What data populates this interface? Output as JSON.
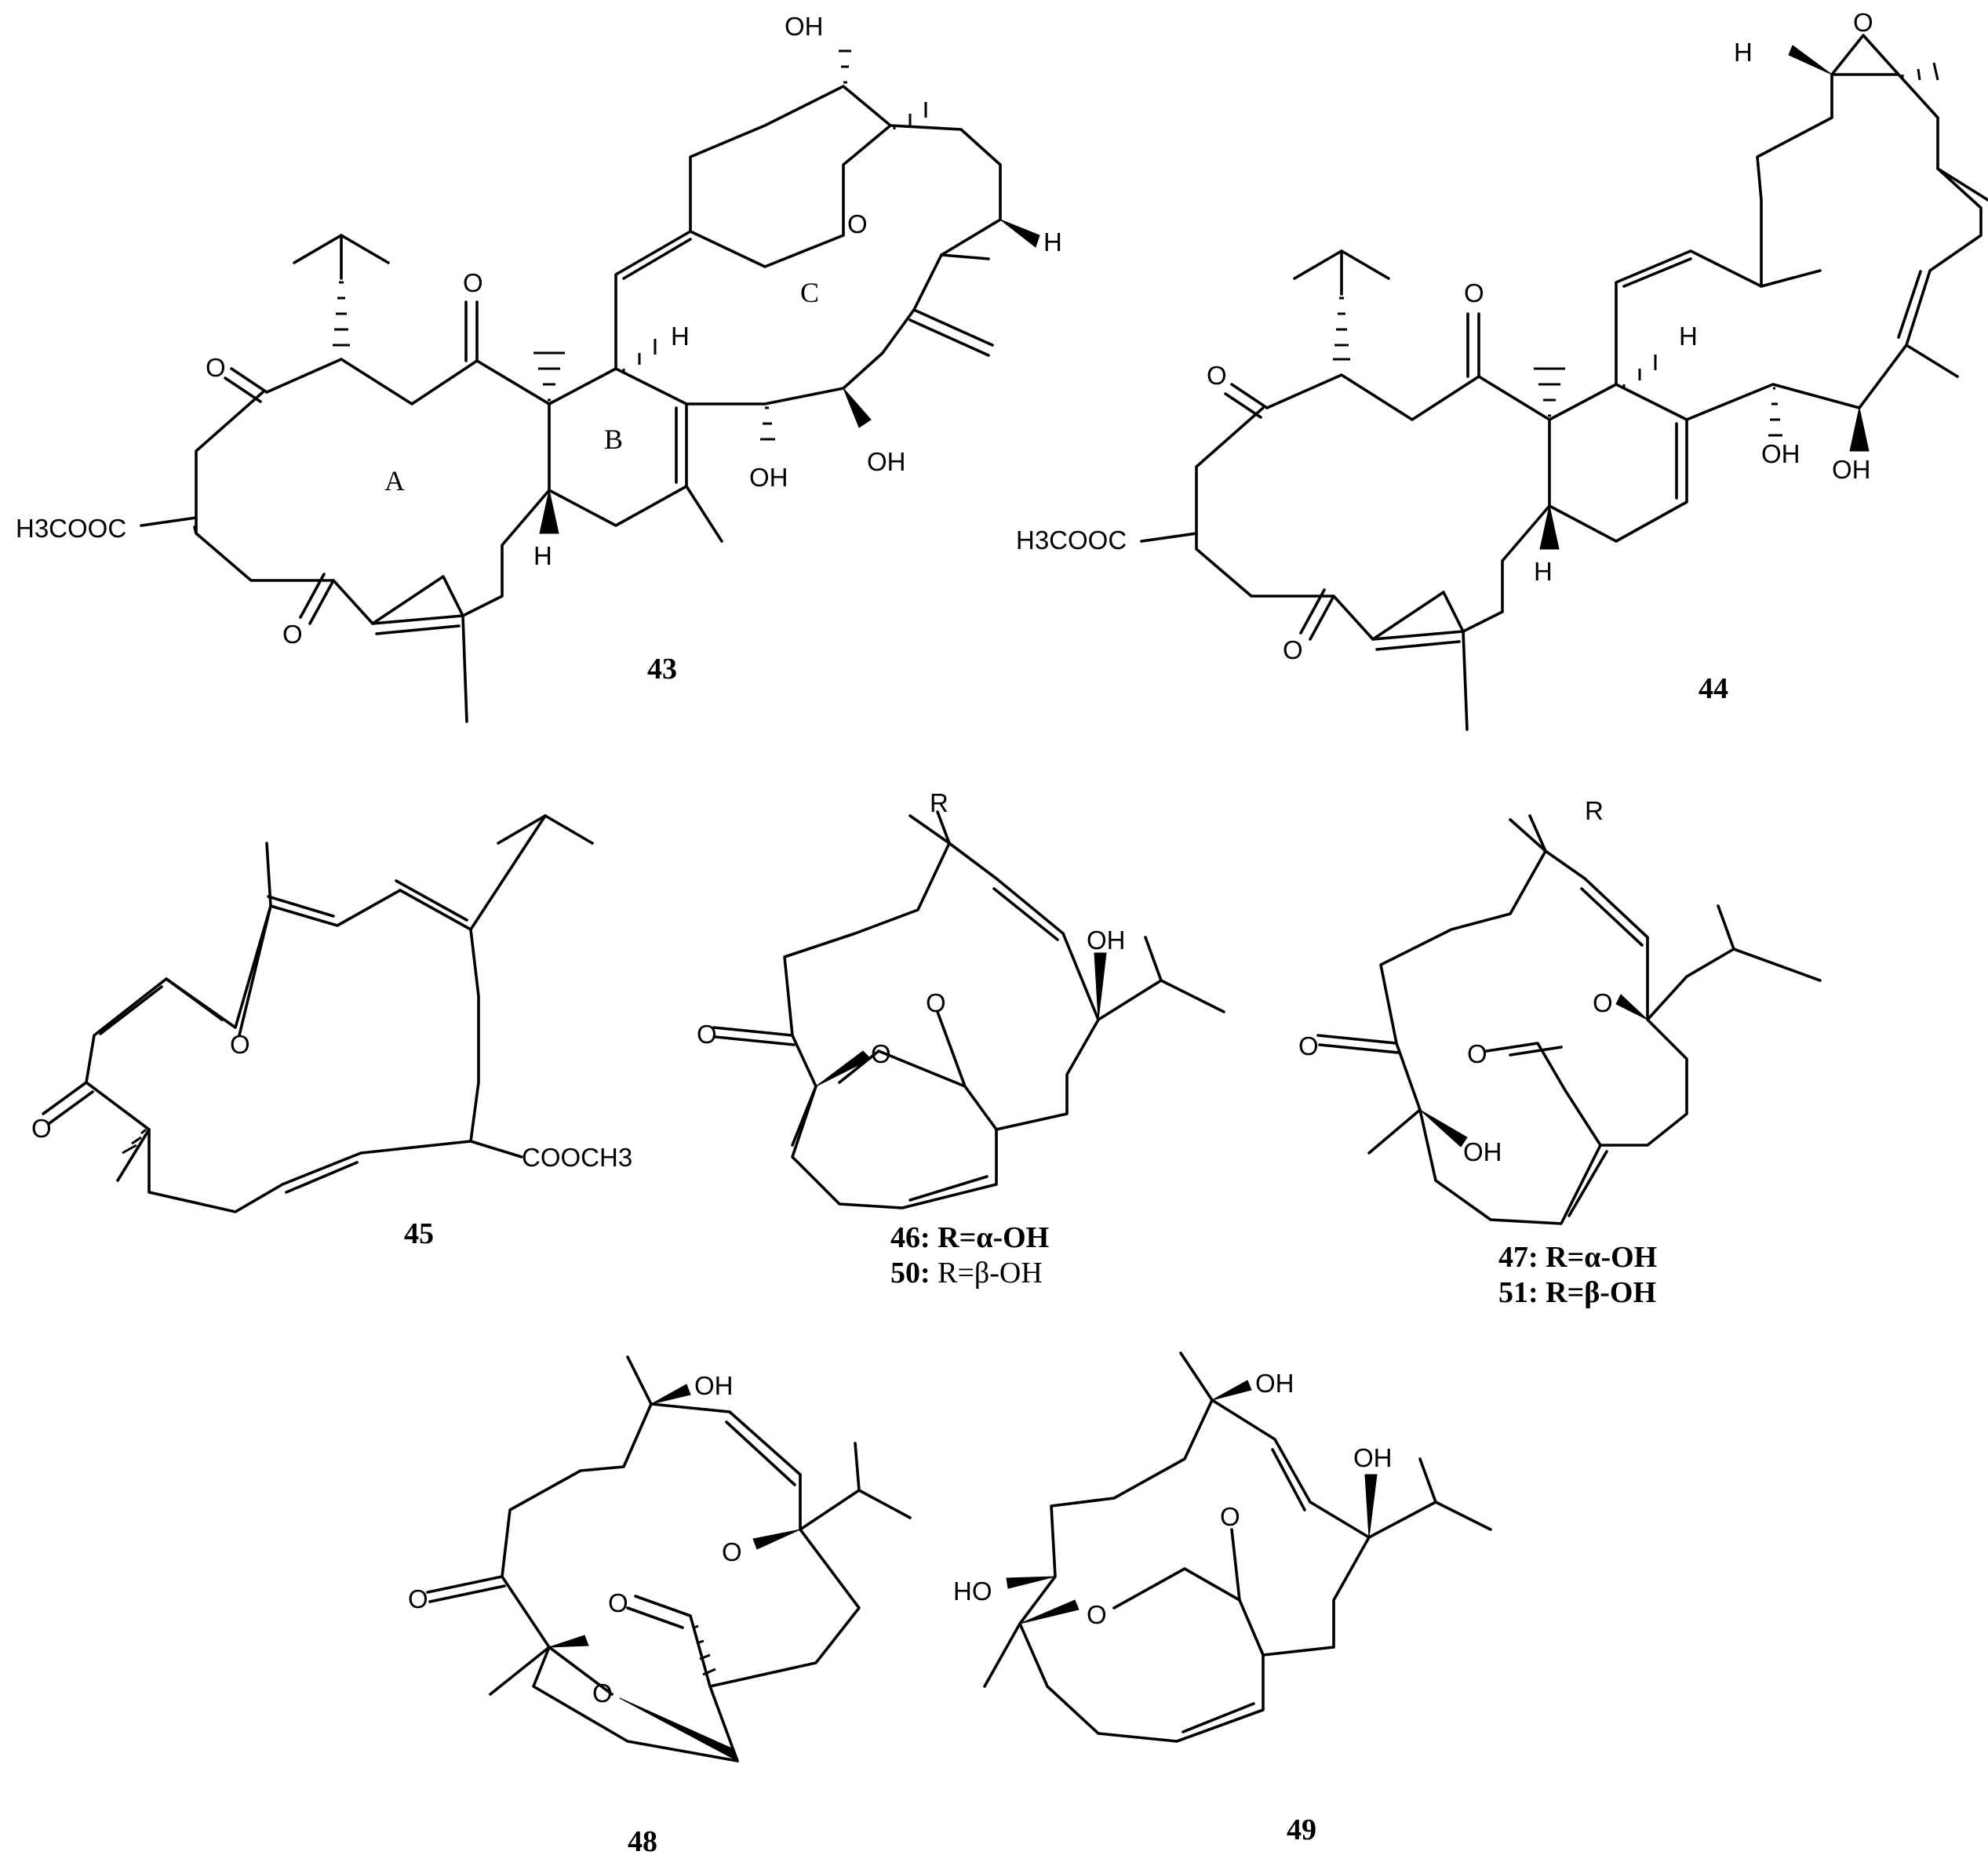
{
  "figure": {
    "compounds": [
      {
        "id": "43",
        "ring_labels": [
          "A",
          "B",
          "C"
        ],
        "atoms": {
          "oh1": "OH",
          "oh2": "OH",
          "oh3": "OH",
          "ester": "H3COOC",
          "o_ring": "O",
          "o1": "O",
          "o2": "O",
          "o3": "O",
          "h1": "H",
          "h2": "H",
          "h3": "H"
        }
      },
      {
        "id": "44",
        "atoms": {
          "o_epox": "O",
          "h_epox": "H",
          "ester": "H3COOC",
          "o1": "O",
          "o2": "O",
          "o3": "O",
          "h1": "H",
          "h2": "H",
          "oh1": "OH",
          "oh2": "OH"
        }
      },
      {
        "id": "45",
        "atoms": {
          "o_ring": "O",
          "o_keto": "O",
          "ester": "COOCH3"
        }
      },
      {
        "id": "46",
        "r": "R",
        "label_lines": [
          {
            "id": "46",
            "text": "R=α-OH"
          },
          {
            "id": "50",
            "text": "R=β-OH"
          }
        ],
        "atoms": {
          "oh": "OH",
          "o_keto": "O",
          "o_lac": "O",
          "o_co": "O"
        }
      },
      {
        "id": "47",
        "r": "R",
        "label_lines": [
          {
            "id": "47",
            "text": "R=α-OH"
          },
          {
            "id": "51",
            "text": "R=β-OH"
          }
        ],
        "atoms": {
          "oh": "OH",
          "o_keto": "O",
          "o_lac": "O",
          "o_co": "O"
        }
      },
      {
        "id": "48",
        "atoms": {
          "oh": "OH",
          "o_keto": "O",
          "o_lac": "O",
          "o_co": "O",
          "o_bridge": "O"
        }
      },
      {
        "id": "49",
        "atoms": {
          "oh1": "OH",
          "oh2": "OH",
          "ho": "HO",
          "o_lac": "O",
          "o_co": "O"
        }
      }
    ]
  }
}
